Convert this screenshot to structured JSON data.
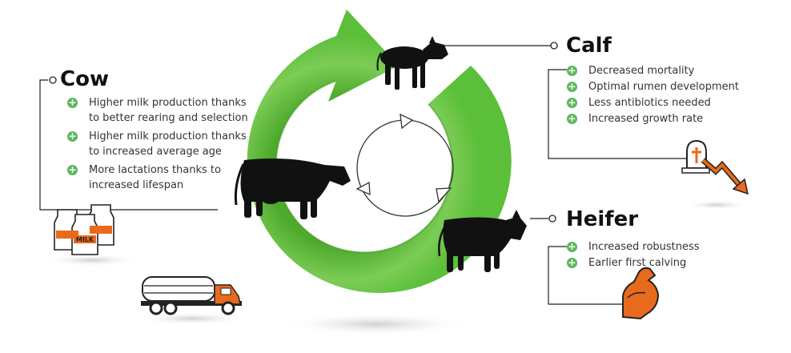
{
  "sections": {
    "cow": {
      "title": "Cow",
      "benefits": [
        "Higher milk production thanks to better rearing and selection",
        "Higher milk production thanks to increased average age",
        "More lactations thanks to increased lifespan"
      ]
    },
    "calf": {
      "title": "Calf",
      "benefits": [
        "Decreased mortality",
        "Optimal rumen development",
        "Less antibiotics needed",
        "Increased growth rate"
      ]
    },
    "heifer": {
      "title": "Heifer",
      "benefits": [
        "Increased robustness",
        "Earlier first calving"
      ]
    }
  },
  "milk_can_label": "MILK",
  "icons": {
    "benefit": "plus-circle-icon",
    "calf": "calf-silhouette-icon",
    "cow": "cow-silhouette-icon",
    "heifer": "heifer-silhouette-icon",
    "milk": "milk-cans-icon",
    "truck": "milk-truck-icon",
    "tombstone": "tombstone-decline-icon",
    "muscle": "flexed-arm-icon"
  },
  "colors": {
    "cycle_green": "#5cbf3a",
    "cycle_green_light": "#8fd86c",
    "accent_orange": "#e86a1c",
    "plus_green": "#5cb85c",
    "silhouette": "#111111"
  }
}
